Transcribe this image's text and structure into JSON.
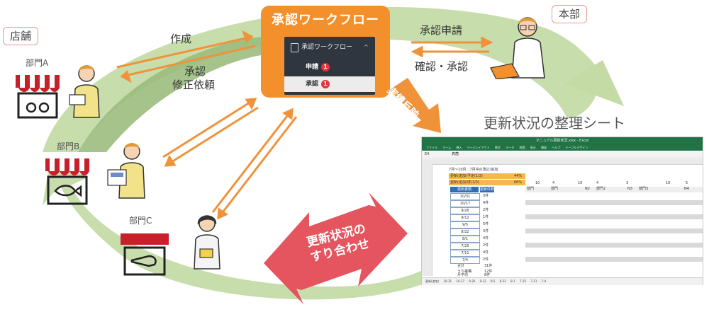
{
  "tags": {
    "store": "店舗",
    "hq": "本部"
  },
  "workflow": {
    "title": "承認ワークフロー",
    "inner_header": "承認ワークフロー",
    "items": [
      {
        "label": "申請",
        "count": "1"
      },
      {
        "label": "承認",
        "count": "1"
      }
    ]
  },
  "labels": {
    "create": "作成",
    "approve": "承認",
    "revision": "修正依頼",
    "apply": "承認申請",
    "confirm": "確認・承認",
    "reflect": "実績反映",
    "sheet_title": "更新状況の整理シート",
    "reconcile_line1": "更新状況の",
    "reconcile_line2": "すり合わせ"
  },
  "departments": [
    "部門A",
    "部門B",
    "部門C"
  ],
  "colors": {
    "arc_green": "#c4dba6",
    "arc_dark": "#9bbd7e",
    "orange": "#f3902b",
    "arrow_orange": "#f0923a",
    "reconcile_red": "#e5555f",
    "awning_red": "#c8202b"
  },
  "sheet": {
    "title_bar": "マニュアル更新状況.xlsx - Excel",
    "ribbon": [
      "ファイル",
      "ホーム",
      "挿入",
      "ページレイアウト",
      "数式",
      "データ",
      "校閲",
      "表示",
      "開発",
      "ヘルプ",
      "テーブルデザイン"
    ],
    "cell_ref": "E4",
    "formula": "真菌",
    "row1_text": "7月～10月 : 7月中の改訂/追加",
    "row2_text": "更新(追加)予定(1/3)",
    "row2_pct": "44%",
    "row3_text": "更新(追加)済(1/3)",
    "row3_pct": "66%",
    "col_head_1": "更新書類",
    "col_head_2": "更新件数",
    "dates": [
      "10/31",
      "10/17",
      "9/26",
      "9/12",
      "9/5",
      "8/22",
      "8/1",
      "7/25",
      "7/11",
      "7/4"
    ],
    "counts": [
      "3件",
      "4件",
      "2件",
      "1件",
      "5件",
      "3件",
      "4件",
      "2件",
      "4件",
      "2件"
    ],
    "summary_labels": [
      "合計",
      "うち複構",
      "月平均"
    ],
    "summary_values": [
      "31件",
      "12件",
      "8件"
    ],
    "top_numbers": [
      "10",
      "4",
      "10",
      "4",
      "3",
      "10",
      "5"
    ],
    "group_labels": [
      "部門",
      "部門",
      "N2",
      "部門2",
      "N3",
      "部門3",
      "N4"
    ],
    "tabs": [
      "更新(追加)",
      "10-31",
      "10-17",
      "9-26",
      "9-12",
      "9-5",
      "8-22",
      "8-1",
      "7-25",
      "7-11",
      "7-4"
    ]
  }
}
